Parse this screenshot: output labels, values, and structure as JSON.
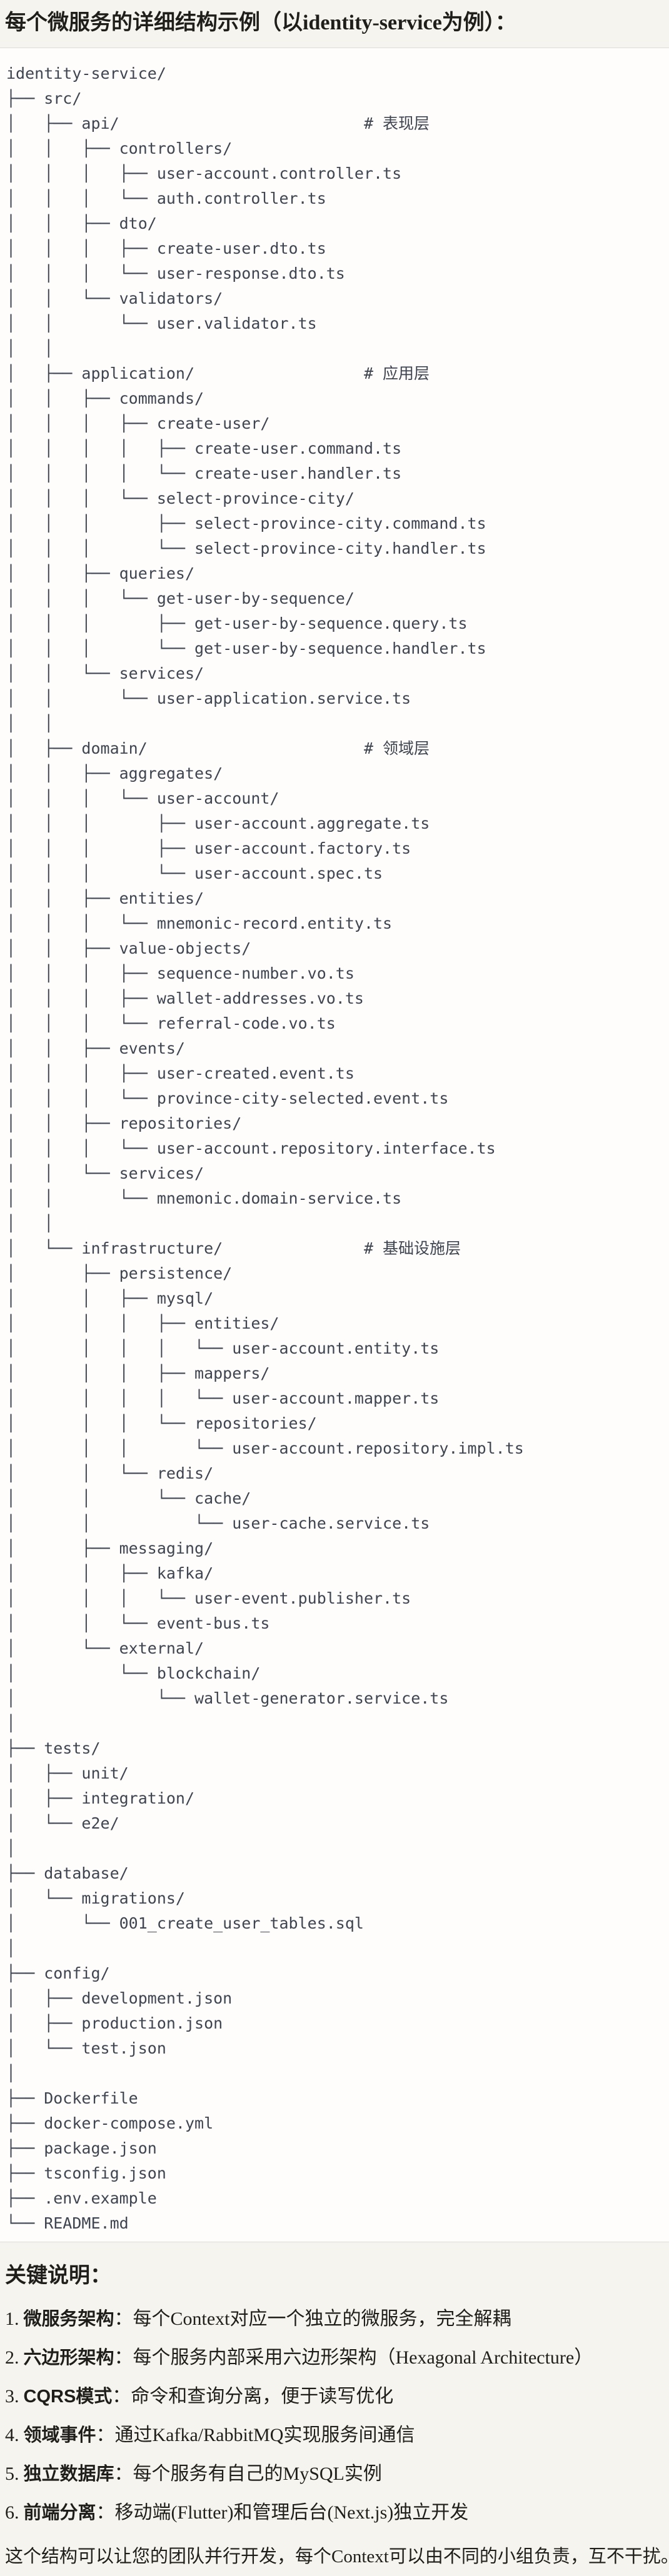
{
  "page": {
    "title": "每个微服务的详细结构示例（以identity-service为例）："
  },
  "colors": {
    "page_background": "#f6f4ee",
    "code_background": "#fefdfb",
    "code_border": "#dedcd5",
    "code_text": "#3e4450",
    "body_text": "#1f1e1a"
  },
  "code_block": {
    "language": "plaintext",
    "lines": [
      "identity-service/",
      "├── src/",
      "│   ├── api/                          # 表现层",
      "│   │   ├── controllers/",
      "│   │   │   ├── user-account.controller.ts",
      "│   │   │   └── auth.controller.ts",
      "│   │   ├── dto/",
      "│   │   │   ├── create-user.dto.ts",
      "│   │   │   └── user-response.dto.ts",
      "│   │   └── validators/",
      "│   │       └── user.validator.ts",
      "│   │",
      "│   ├── application/                  # 应用层",
      "│   │   ├── commands/",
      "│   │   │   ├── create-user/",
      "│   │   │   │   ├── create-user.command.ts",
      "│   │   │   │   └── create-user.handler.ts",
      "│   │   │   └── select-province-city/",
      "│   │   │       ├── select-province-city.command.ts",
      "│   │   │       └── select-province-city.handler.ts",
      "│   │   ├── queries/",
      "│   │   │   └── get-user-by-sequence/",
      "│   │   │       ├── get-user-by-sequence.query.ts",
      "│   │   │       └── get-user-by-sequence.handler.ts",
      "│   │   └── services/",
      "│   │       └── user-application.service.ts",
      "│   │",
      "│   ├── domain/                       # 领域层",
      "│   │   ├── aggregates/",
      "│   │   │   └── user-account/",
      "│   │   │       ├── user-account.aggregate.ts",
      "│   │   │       ├── user-account.factory.ts",
      "│   │   │       └── user-account.spec.ts",
      "│   │   ├── entities/",
      "│   │   │   └── mnemonic-record.entity.ts",
      "│   │   ├── value-objects/",
      "│   │   │   ├── sequence-number.vo.ts",
      "│   │   │   ├── wallet-addresses.vo.ts",
      "│   │   │   └── referral-code.vo.ts",
      "│   │   ├── events/",
      "│   │   │   ├── user-created.event.ts",
      "│   │   │   └── province-city-selected.event.ts",
      "│   │   ├── repositories/",
      "│   │   │   └── user-account.repository.interface.ts",
      "│   │   └── services/",
      "│   │       └── mnemonic.domain-service.ts",
      "│   │",
      "│   └── infrastructure/               # 基础设施层",
      "│       ├── persistence/",
      "│       │   ├── mysql/",
      "│       │   │   ├── entities/",
      "│       │   │   │   └── user-account.entity.ts",
      "│       │   │   ├── mappers/",
      "│       │   │   │   └── user-account.mapper.ts",
      "│       │   │   └── repositories/",
      "│       │   │       └── user-account.repository.impl.ts",
      "│       │   └── redis/",
      "│       │       └── cache/",
      "│       │           └── user-cache.service.ts",
      "│       ├── messaging/",
      "│       │   ├── kafka/",
      "│       │   │   └── user-event.publisher.ts",
      "│       │   └── event-bus.ts",
      "│       └── external/",
      "│           └── blockchain/",
      "│               └── wallet-generator.service.ts",
      "│",
      "├── tests/",
      "│   ├── unit/",
      "│   ├── integration/",
      "│   └── e2e/",
      "│",
      "├── database/",
      "│   └── migrations/",
      "│       └── 001_create_user_tables.sql",
      "│",
      "├── config/",
      "│   ├── development.json",
      "│   ├── production.json",
      "│   └── test.json",
      "│",
      "├── Dockerfile",
      "├── docker-compose.yml",
      "├── package.json",
      "├── tsconfig.json",
      "├── .env.example",
      "└── README.md"
    ]
  },
  "notes": {
    "heading": "关键说明：",
    "items": [
      {
        "num": "1.",
        "label": "微服务架构",
        "text": "：每个Context对应一个独立的微服务，完全解耦"
      },
      {
        "num": "2.",
        "label": "六边形架构",
        "text": "：每个服务内部采用六边形架构（Hexagonal Architecture）"
      },
      {
        "num": "3.",
        "label": "CQRS模式",
        "text": "：命令和查询分离，便于读写优化"
      },
      {
        "num": "4.",
        "label": "领域事件",
        "text": "：通过Kafka/RabbitMQ实现服务间通信"
      },
      {
        "num": "5.",
        "label": "独立数据库",
        "text": "：每个服务有自己的MySQL实例"
      },
      {
        "num": "6.",
        "label": "前端分离",
        "text": "：移动端(Flutter)和管理后台(Next.js)独立开发"
      }
    ],
    "footer": "这个结构可以让您的团队并行开发，每个Context可以由不同的小组负责，互不干扰。"
  }
}
